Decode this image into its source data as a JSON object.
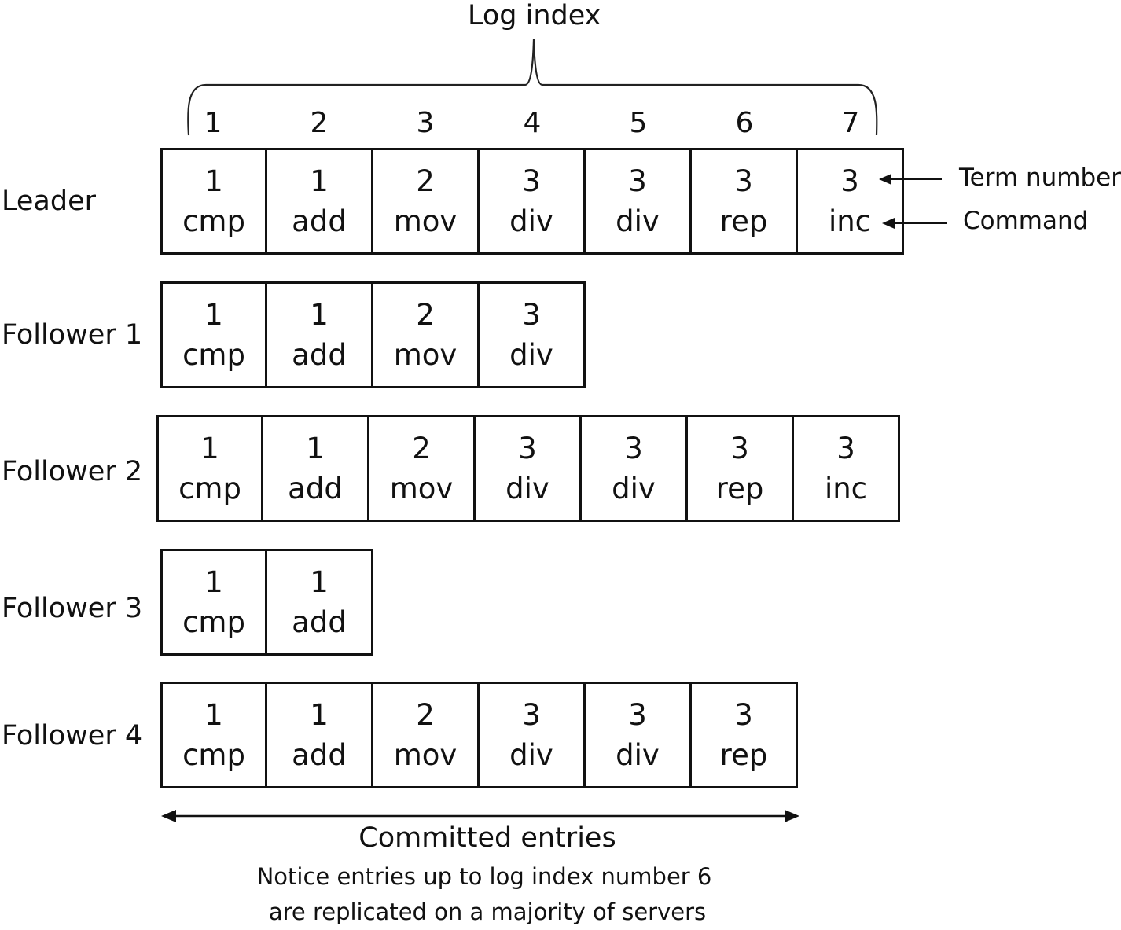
{
  "title": "Log index",
  "log_indices": [
    "1",
    "2",
    "3",
    "4",
    "5",
    "6",
    "7"
  ],
  "labels": {
    "term_number": "Term number",
    "command": "Command"
  },
  "servers": [
    {
      "name": "Leader",
      "entries": [
        {
          "term": "1",
          "cmd": "cmp"
        },
        {
          "term": "1",
          "cmd": "add"
        },
        {
          "term": "2",
          "cmd": "mov"
        },
        {
          "term": "3",
          "cmd": "div"
        },
        {
          "term": "3",
          "cmd": "div"
        },
        {
          "term": "3",
          "cmd": "rep"
        },
        {
          "term": "3",
          "cmd": "inc"
        }
      ]
    },
    {
      "name": "Follower 1",
      "entries": [
        {
          "term": "1",
          "cmd": "cmp"
        },
        {
          "term": "1",
          "cmd": "add"
        },
        {
          "term": "2",
          "cmd": "mov"
        },
        {
          "term": "3",
          "cmd": "div"
        }
      ]
    },
    {
      "name": "Follower 2",
      "entries": [
        {
          "term": "1",
          "cmd": "cmp"
        },
        {
          "term": "1",
          "cmd": "add"
        },
        {
          "term": "2",
          "cmd": "mov"
        },
        {
          "term": "3",
          "cmd": "div"
        },
        {
          "term": "3",
          "cmd": "div"
        },
        {
          "term": "3",
          "cmd": "rep"
        },
        {
          "term": "3",
          "cmd": "inc"
        }
      ]
    },
    {
      "name": "Follower 3",
      "entries": [
        {
          "term": "1",
          "cmd": "cmp"
        },
        {
          "term": "1",
          "cmd": "add"
        }
      ]
    },
    {
      "name": "Follower 4",
      "entries": [
        {
          "term": "1",
          "cmd": "cmp"
        },
        {
          "term": "1",
          "cmd": "add"
        },
        {
          "term": "2",
          "cmd": "mov"
        },
        {
          "term": "3",
          "cmd": "div"
        },
        {
          "term": "3",
          "cmd": "div"
        },
        {
          "term": "3",
          "cmd": "rep"
        }
      ]
    }
  ],
  "committed": {
    "label": "Committed entries",
    "note_line1": "Notice entries up to log index number 6",
    "note_line2": "are replicated on a majority of servers"
  }
}
